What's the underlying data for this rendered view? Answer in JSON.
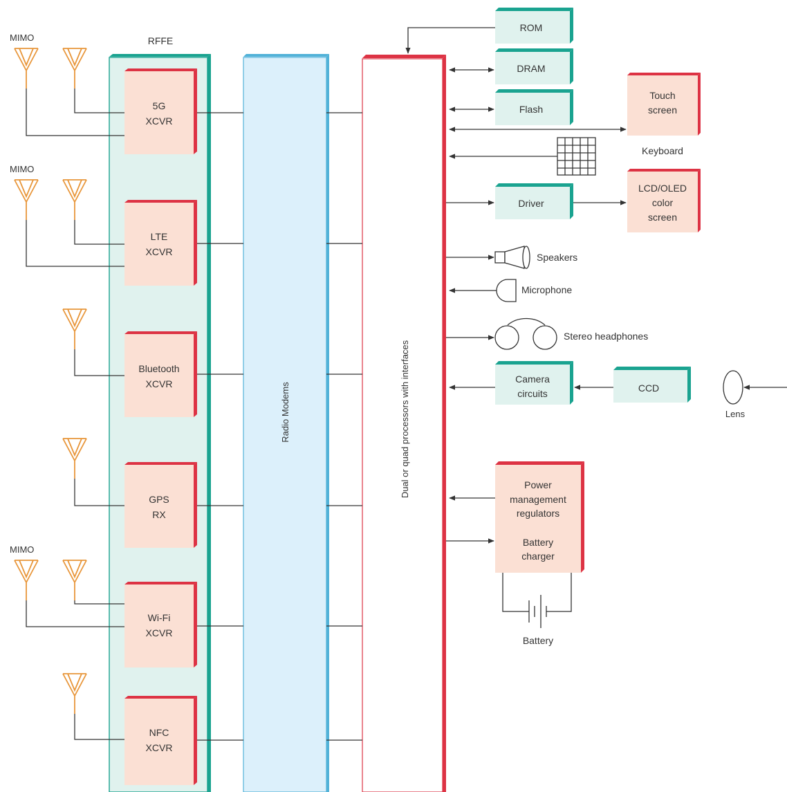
{
  "labels": {
    "rffe": "RFFE",
    "mimo": [
      "MIMO",
      "MIMO",
      "MIMO"
    ],
    "radio_modems": "Radio Modems",
    "processor": "Dual or quad processors with interfaces",
    "keyboard": "Keyboard",
    "speakers": "Speakers",
    "microphone": "Microphone",
    "headphones": "Stereo headphones",
    "lens": "Lens",
    "battery": "Battery"
  },
  "transceivers": [
    {
      "line1": "5G",
      "line2": "XCVR"
    },
    {
      "line1": "LTE",
      "line2": "XCVR"
    },
    {
      "line1": "Bluetooth",
      "line2": "XCVR"
    },
    {
      "line1": "GPS",
      "line2": "RX"
    },
    {
      "line1": "Wi-Fi",
      "line2": "XCVR"
    },
    {
      "line1": "NFC",
      "line2": "XCVR"
    }
  ],
  "memory": {
    "rom": "ROM",
    "dram": "DRAM",
    "flash": "Flash"
  },
  "touch_screen": {
    "line1": "Touch",
    "line2": "screen"
  },
  "driver": "Driver",
  "lcd": {
    "line1": "LCD/OLED",
    "line2": "color",
    "line3": "screen"
  },
  "camera": {
    "line1": "Camera",
    "line2": "circuits"
  },
  "ccd": "CCD",
  "power": {
    "line1": "Power",
    "line2": "management",
    "line3": "regulators",
    "line4": "Battery",
    "line5": "charger"
  },
  "colors": {
    "teal": "#1aa390",
    "red": "#dd3344",
    "salmon": "#fbe0d4",
    "light_teal": "#e0f2ee",
    "light_blue": "#dcf0fb",
    "blue_edge": "#52b2d8",
    "antenna": "#e8963a",
    "line": "#333333"
  }
}
